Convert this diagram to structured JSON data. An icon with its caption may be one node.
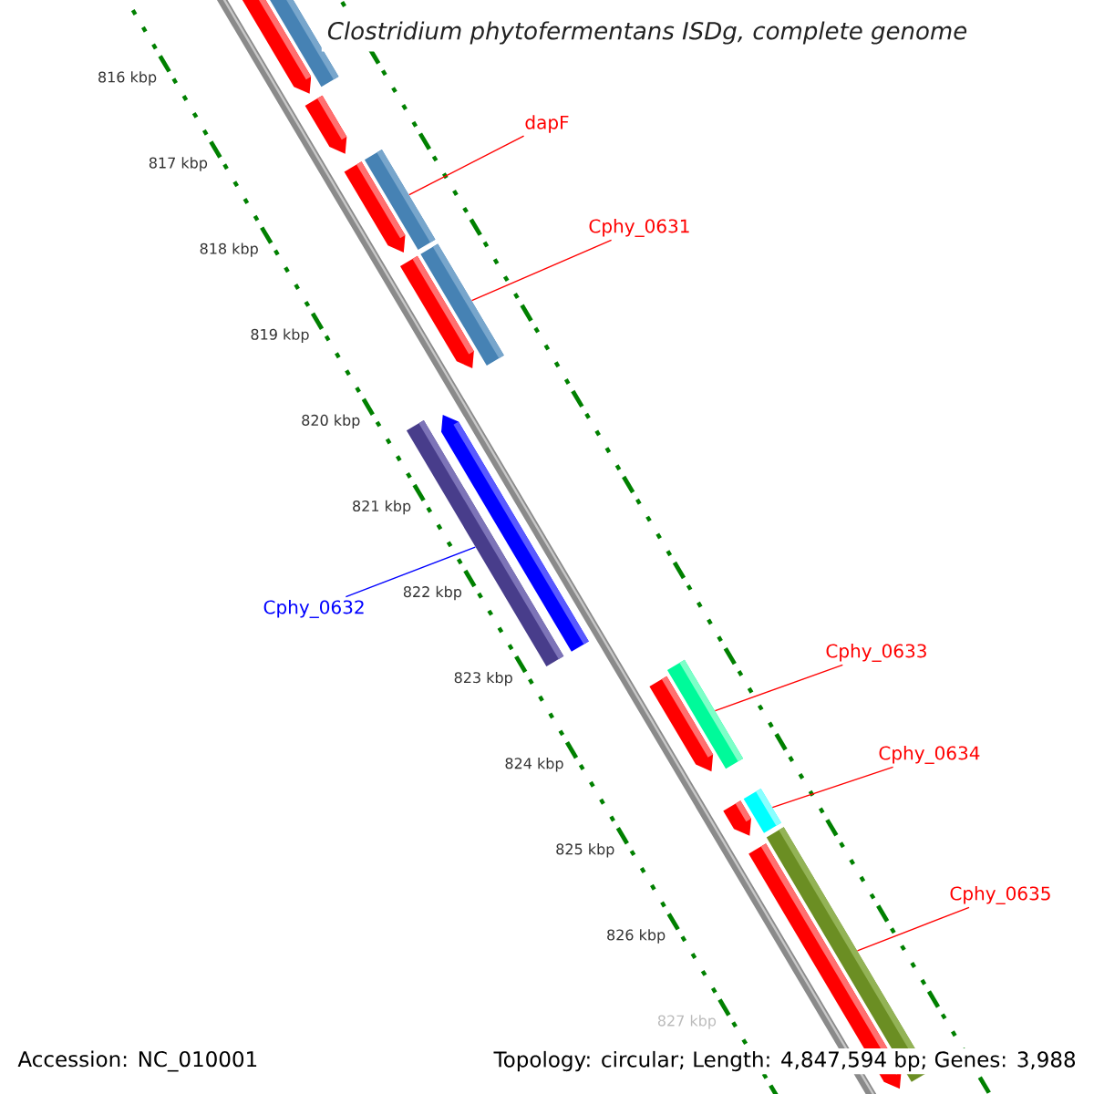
{
  "diagram": {
    "title": "Clostridium phytofermentans ISDg, complete genome",
    "nodes": [
      {
        "text": [
          "dapF"
        ]
      },
      {
        "text": [
          "Cphy_0631"
        ]
      },
      {
        "text": [
          "Cphy_0632"
        ]
      },
      {
        "text": [
          "Cphy_0633"
        ]
      },
      {
        "text": [
          "Cphy_0634"
        ]
      },
      {
        "text": [
          "Cphy_0635"
        ]
      },
      {
        "text": [],
        "shape": "bar"
      },
      {
        "text": [],
        "shape": "bar"
      },
      {
        "text": [],
        "shape": "bar"
      },
      {
        "text": [],
        "shape": "bar"
      },
      {
        "text": [],
        "shape": "bar"
      },
      {
        "text": [],
        "shape": "bar"
      }
    ],
    "edges": [
      {
        "from": 0,
        "to": 6,
        "arrow": "none"
      },
      {
        "from": 1,
        "to": 7,
        "arrow": "none"
      },
      {
        "from": 2,
        "to": 8,
        "arrow": "none",
        "color": "#0000ff"
      },
      {
        "from": 3,
        "to": 9,
        "arrow": "none"
      },
      {
        "from": 4,
        "to": 10,
        "arrow": "none"
      },
      {
        "from": 5,
        "to": 11,
        "arrow": "none"
      }
    ],
    "labels": [
      "816 kbp",
      "817 kbp",
      "818 kbp",
      "819 kbp",
      "820 kbp",
      "821 kbp",
      "822 kbp",
      "823 kbp",
      "824 kbp",
      "825 kbp",
      "826 kbp",
      "827 kbp",
      "Accession: NC_010001",
      "Topology: circular; Length: 4,847,594 bp; Genes: 3,988"
    ]
  }
}
